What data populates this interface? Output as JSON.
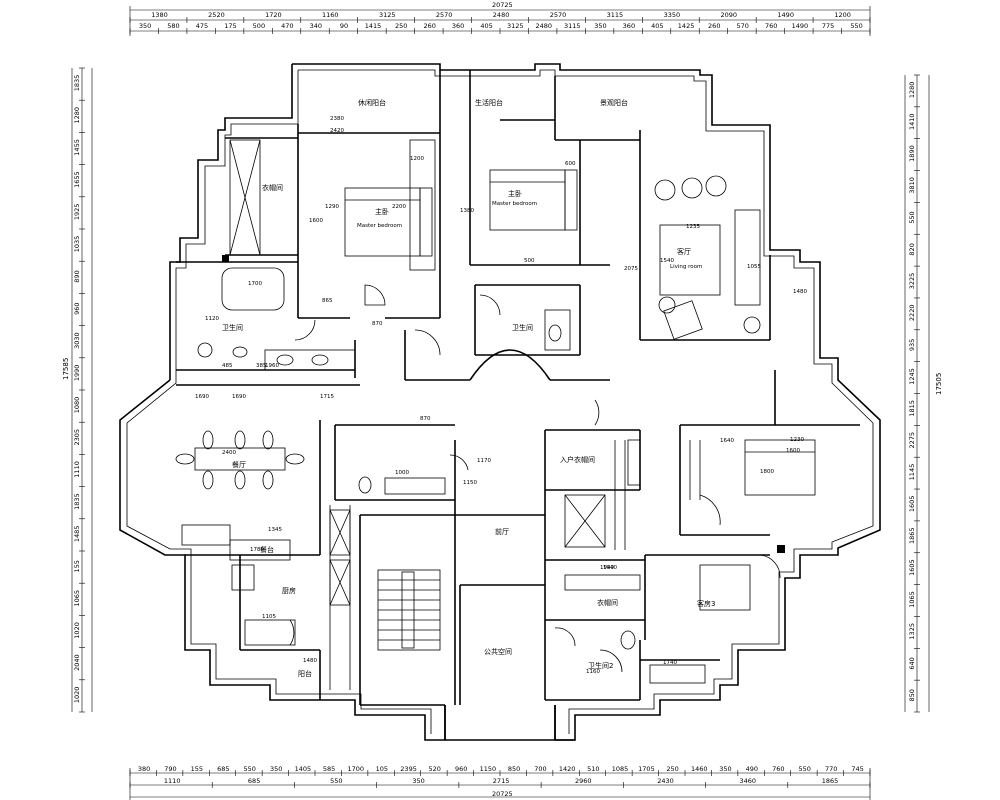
{
  "totals": {
    "width_top": "20725",
    "width_bottom": "20725",
    "height_left": "17585",
    "height_right": "17505"
  },
  "dims": {
    "top1": [
      "1380",
      "2520",
      "1720",
      "1160",
      "3125",
      "2570",
      "2480",
      "2570",
      "3115",
      "3350",
      "2090",
      "1490",
      "1200"
    ],
    "top2": [
      "350",
      "580",
      "475",
      "175",
      "500",
      "470",
      "340",
      "90",
      "1415",
      "250",
      "260",
      "360",
      "405",
      "3125",
      "2480",
      "3115",
      "350",
      "360",
      "405",
      "1425",
      "260",
      "570",
      "760",
      "1490",
      "775",
      "550"
    ],
    "bot1": [
      "380",
      "790",
      "155",
      "685",
      "550",
      "350",
      "1405",
      "585",
      "1700",
      "105",
      "2395",
      "520",
      "960",
      "1150",
      "850",
      "700",
      "1420",
      "510",
      "1085",
      "1705",
      "250",
      "1460",
      "350",
      "490",
      "760",
      "550",
      "770",
      "745"
    ],
    "bot2": [
      "1110",
      "685",
      "550",
      "350",
      "2715",
      "2960",
      "2430",
      "3460",
      "1865"
    ],
    "left": [
      "1835",
      "1280",
      "1455",
      "1655",
      "1925",
      "1035",
      "890",
      "960",
      "3030",
      "1990",
      "1080",
      "2305",
      "1110",
      "1835",
      "1485",
      "155",
      "1065",
      "1020",
      "2040",
      "1020"
    ],
    "right": [
      "1280",
      "1410",
      "1890",
      "3810",
      "550",
      "820",
      "3225",
      "2220",
      "935",
      "1245",
      "1815",
      "2275",
      "1145",
      "1605",
      "1865",
      "1605",
      "1065",
      "1325",
      "640",
      "850"
    ]
  },
  "rooms": {
    "living_balcony": "休闲阳台",
    "utility_balcony": "生活阳台",
    "balcony": "景观阳台",
    "walkin_closet_top": "衣帽间",
    "master_bedroom": "主卧",
    "master_bedroom_en": "Master bedroom",
    "second_bedroom": "主卧",
    "second_bedroom_en": "Master bedroom",
    "living_room": "客厅",
    "living_room_en": "Living room",
    "bath_top_left": "卫生间",
    "bath_top_mid": "卫生间",
    "dining": "餐厅",
    "kitchen_island": "餐台",
    "kitchen": "厨房",
    "balcony_bottom": "阳台",
    "elevator_hall": "前厅",
    "public_space": "公共空间",
    "closet_bottom": "衣帽间",
    "hall_closet": "入户衣帽间",
    "guest_bedroom": "客房3",
    "bath_bottom": "卫生间2"
  },
  "room_dims": [
    "2380",
    "2420",
    "1380",
    "2200",
    "1290",
    "1600",
    "1700",
    "865",
    "870",
    "1200",
    "2075",
    "1540",
    "1235",
    "1055",
    "1480",
    "600",
    "500",
    "1640",
    "1120",
    "1960",
    "485",
    "385",
    "1690",
    "1690",
    "1715",
    "870",
    "1000",
    "1150",
    "1170",
    "1940",
    "1600",
    "1230",
    "1800",
    "1740",
    "1160",
    "1105",
    "1480",
    "2400",
    "1345",
    "1780",
    "1940"
  ]
}
